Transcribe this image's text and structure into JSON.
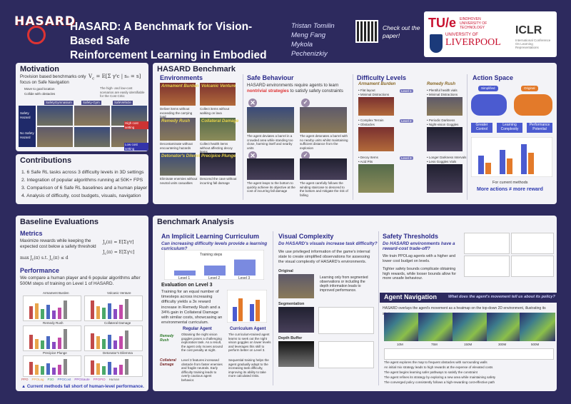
{
  "header": {
    "logo_text": "HASARD",
    "title_line1": "HASARD: A Benchmark for Vision-Based Safe",
    "title_line2": "Reinforcement Learning in  Embodied Agents",
    "authors": [
      "Tristan Tomilin",
      "Meng Fang",
      "Mykola Pechenizkiy"
    ],
    "checkout": "Check out the paper!",
    "tue": "TU/e",
    "tue_sub": "EINDHOVEN UNIVERSITY OF TECHNOLOGY",
    "uol_small": "UNIVERSITY OF",
    "uol": "LIVERPOOL",
    "iclr": "ICLR",
    "iclr_sub": "International Conference On Learning Representations"
  },
  "motivation": {
    "heading": "Motivation",
    "text": "Provision based benchmarks only focus on Safe Navigation",
    "bullet1": "Move to goal location",
    "bullet2": "Collide with obstacles",
    "note": "The high- and low-cost scenarios are easily identifiable for the Cost Critic",
    "tabs": [
      "SafetyGymnasium",
      "Safety-Gym",
      "SafeVehicle"
    ],
    "row1": "Safety Hazard",
    "row2": "No Safety Hazard",
    "high": "High cost setting",
    "low": "Low cost setting"
  },
  "contributions": {
    "heading": "Contributions",
    "items": [
      "1.  6 Safe RL tasks across 3 difficulty levels in 3D settings",
      "2.  Integration of popular algorithms running at 50K+ FPS",
      "3.  Comparison of 6 Safe RL baselines and a human player",
      "4.  Analysis of difficulty, cost budgets, visuals, navigation"
    ]
  },
  "benchmark": {
    "heading": "HASARD Benchmark",
    "env_heading": "Environments",
    "envs": [
      {
        "name": "Armament Burden",
        "cap": "Deliver items without exceeding the carrying load"
      },
      {
        "name": "Volcanic Venture",
        "cap": "Collect items without walking on lava"
      },
      {
        "name": "Remedy Rush",
        "cap": "Decontaminate without encountering hazards"
      },
      {
        "name": "Collateral Damage",
        "cap": "Collect health items without affecting decoy items"
      },
      {
        "name": "Detonator's Dilemma",
        "cap": "Eliminate enemies without neutral units casualties"
      },
      {
        "name": "Precipice Plunge",
        "cap": "Descend the cave without incurring fall damage"
      }
    ],
    "safe_heading": "Safe Behaviour",
    "safe_text_a": "HASARD environments require agents to learn ",
    "safe_text_b": "nontrivial strategies",
    "safe_text_c": " to satisfy safety constraints",
    "safe_caps": [
      "The agent deviates a barrel in a crowded area while standing too close, harming itself and nearby units",
      "The agent detonates a barrel with no nearby units whilst maintaining sufficient distance from the explosion",
      "The agent leaps to the bottom to quickly achieve its objective at the cost of incurring fall damage",
      "The agent carefully follows the winding staircase to descend to the bottom and mitigate the risk of falling"
    ],
    "diff_heading": "Difficulty Levels",
    "diff_col1": "Armament Burden",
    "diff_col2": "Remedy Rush",
    "levels": [
      "Level 1",
      "Level 2",
      "Level 3"
    ],
    "diff_l1a": "• Flat layout\n• Minimal Distractions",
    "diff_l1b": "• Plentiful health vials\n• Minimal Distractions",
    "diff_l2a": "• Complex Terrain\n• Obstacles",
    "diff_l2b": "• Periodic Darkness\n• Night-vision Goggles",
    "diff_l3a": "• Decoy Items\n• Acid Pits",
    "diff_l3b": "• Longer Darkness Intervals\n• Less Goggles Vials",
    "action_heading": "Action Space",
    "simplified": "Simplified",
    "original": "Original",
    "flow1": "Greater Control",
    "flow2": "Learning Complexity",
    "flow3": "Performance Potential",
    "action_note1": "For current methods",
    "action_note2": "More actions ≠ more reward"
  },
  "baseline": {
    "heading": "Baseline Evaluations",
    "metrics": "Metrics",
    "metrics_text": "Maximize rewards while keeping the expected cost below a safety threshold",
    "perf": "Performance",
    "perf_text": "We compare a human player and 6 popular algorithms after 500M steps of training on Level 1 of HASARD.",
    "chart_titles": [
      "Armament Burden",
      "Volcanic Venture",
      "Remedy Rush",
      "Collateral Damage",
      "Precipice Plunge",
      "Detonator's Dilemma"
    ],
    "legend": [
      "PPO",
      "PPOLag",
      "P3O",
      "PPOCost",
      "PPOSaute",
      "PPOPID",
      "Human"
    ],
    "footer": "Current methods fall short of human-level performance."
  },
  "analysis": {
    "heading": "Benchmark Analysis",
    "curr_heading": "An Implicit Learning Curriculum",
    "curr_q": "Can increasing difficulty levels provide a learning curriculum?",
    "eval_l3": "Evaluation on Level 3",
    "curr_text": "Training for an equal number of timesteps across increasing difficulty yields a 3x reward increase in Remedy Rush and a 34% gain in Collateral Damage with similar costs, showcasing an environmental curriculum.",
    "regular_agent": "Regular Agent",
    "curriculum_agent": "Curriculum Agent",
    "rr_label": "Remedy Rush",
    "cd_label": "Collateral Damage",
    "reg_text1": "Obtaining the night vision goggles poses a challenging exploration task. As a result, the agent only moves around the cost penalty at night.",
    "cur_text1": "The curriculum-trained agent learns to seek out the night vision goggles on lower levels and leverages this skill to perform better on Level 3.",
    "reg_text2": "Level 3 features increased obstacle from faster enemies and fragile neutrals. Early difficulty training leads to overly cautious agent behavior.",
    "cur_text2": "Sequential training helps the agent gradually adapt to the increasing task difficulty, improving its ability to take more calculated risks.",
    "training_steps": "Training steps",
    "vis_heading": "Visual Complexity",
    "vis_q": "Do HASARD's visuals increase task difficulty?",
    "vis_text": "We use privileged information of the game's internal state to create simplified observations for assessing the visual complexity of HASARD's environments.",
    "orig": "Original",
    "vis_side": "Learning only from segmented observations or including the depth information leads to improved performance.",
    "seg": "Segmentation",
    "depth": "Depth Buffer",
    "thr_heading": "Safety Thresholds",
    "thr_q": "Do HASARD environments have a reward-cost trade-off?",
    "thr_text1": "We train PPOLag agents with a higher and lower cost budget on levels.",
    "thr_text2": "Tighter safety bounds complicate obtaining high rewards, while looser bounds allow for more unsafe behaviour.",
    "nav_heading": "Agent Navigation",
    "nav_q": "What does the agent's movement tell us about its policy?",
    "nav_text": "HASARD overlays the agent's movement as a heatmap on the top-down 2D environment, illustrating its strategy.",
    "nav_labels": [
      "10M",
      "75M",
      "150M",
      "300M",
      "500M"
    ],
    "nav_bullets": [
      "The agent explores the map to frequent obstacles with surrounding walls",
      "An initial mix strategy leads to high rewards at the expense of elevated costs",
      "The agent begins learning safer pathways to satisfy the constraint",
      "The agent refines its strategy by exploring a new area while maintaining safety",
      "The converged policy consistently follows a high-rewarding cost-effective path"
    ]
  },
  "chart_data": [
    {
      "type": "bar",
      "title": "",
      "categories": [
        "Level 1",
        "Level 2",
        "Level 3"
      ],
      "series": [
        {
          "name": "",
          "values": [
            0.25,
            0.5,
            0.8
          ]
        }
      ]
    }
  ]
}
